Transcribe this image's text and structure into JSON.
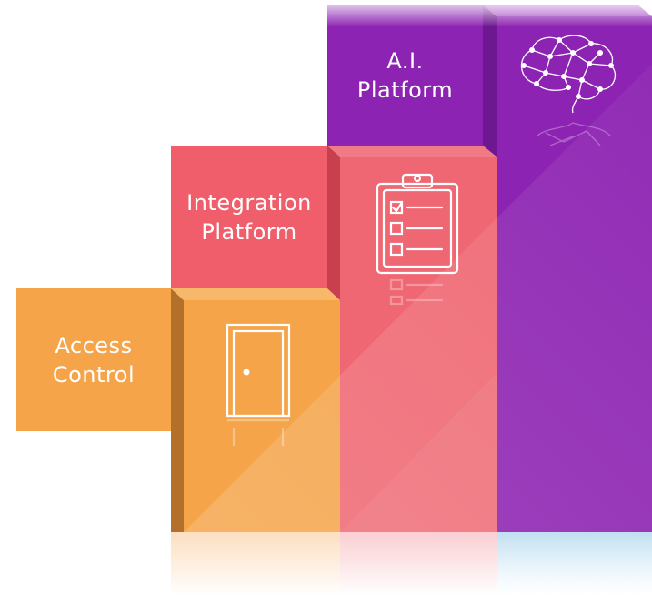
{
  "tiers": [
    {
      "label": "Access\nControl",
      "icon": "door-icon",
      "color": "#f5a44a"
    },
    {
      "label": "Integration\nPlatform",
      "icon": "clipboard-checklist-icon",
      "color": "#ef5e6a"
    },
    {
      "label": "A.I.\nPlatform",
      "icon": "brain-network-icon",
      "color": "#8d23b2"
    }
  ]
}
